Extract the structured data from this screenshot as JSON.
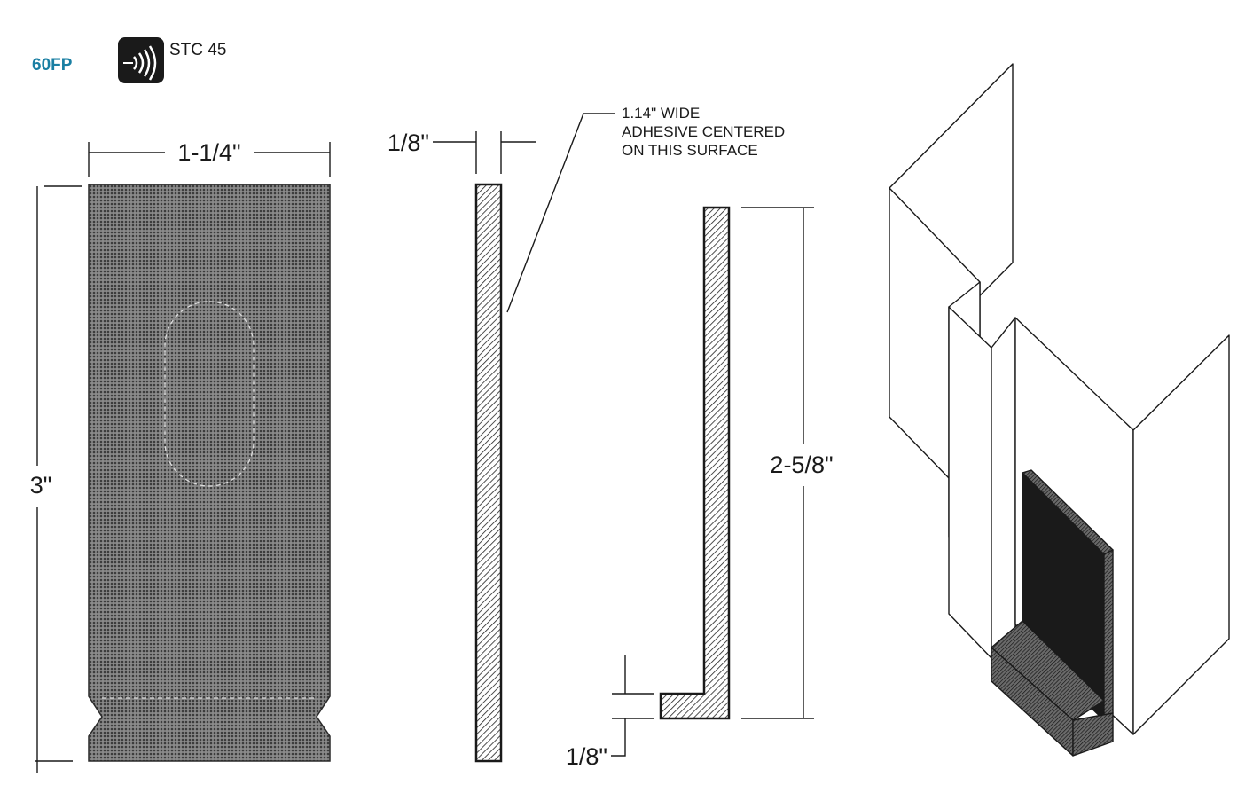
{
  "header": {
    "model": "60FP",
    "stc_label": "STC 45",
    "model_color": "#1a7fa3"
  },
  "icons": {
    "stc_icon": "sound-waves-icon"
  },
  "front_view": {
    "width_dim": "1-1/4\"",
    "height_dim": "3\""
  },
  "side_view": {
    "thickness_dim": "1/8\"",
    "adhesive_note": [
      "1.14\" WIDE",
      "ADHESIVE CENTERED",
      "ON THIS SURFACE"
    ]
  },
  "angle_view": {
    "height_dim": "2-5/8\"",
    "foot_thickness_dim": "1/8\""
  }
}
